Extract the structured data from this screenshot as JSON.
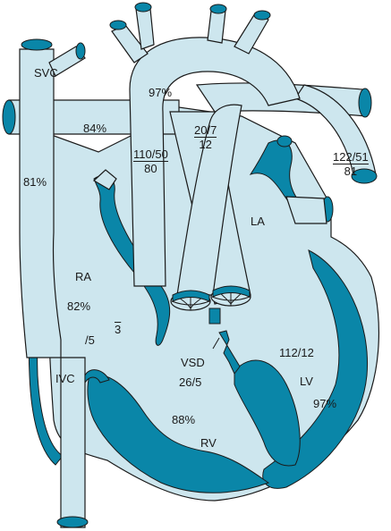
{
  "colors": {
    "vessel_fill": "#cde6ee",
    "wall": "#0a86a8",
    "outline": "#1a1a1a",
    "background": "#ffffff"
  },
  "labels": {
    "svc": "SVC",
    "ra": "RA",
    "ivc": "IVC",
    "la": "LA",
    "lv": "LV",
    "rv": "RV",
    "vsd": "VSD"
  },
  "values": {
    "svc_sat": "81%",
    "pa_sat": "84%",
    "aorta_sat": "97%",
    "ra_sat": "82%",
    "ra_pressure_a": "/5",
    "ra_pressure_mean": "3",
    "rv_pressure": "26/5",
    "rv_sat": "88%",
    "lv_pressure": "112/12",
    "lv_sat": "97%",
    "aorta_pressure": "110/50",
    "aorta_mean": "80",
    "pa_pressure": "20/7",
    "pa_mean": "12",
    "desc_aorta_pressure": "122/51",
    "desc_aorta_mean": "81"
  }
}
